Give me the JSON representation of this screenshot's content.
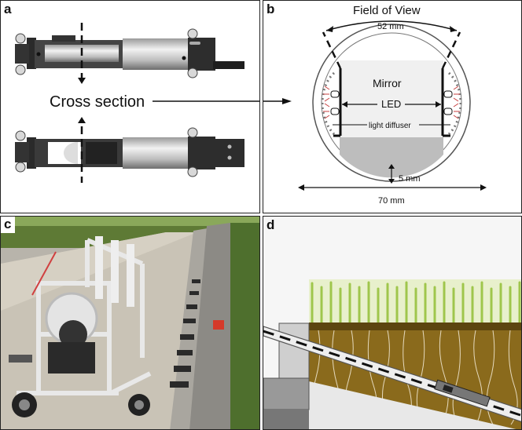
{
  "panels": {
    "a": {
      "label": "a",
      "caption": "Cross section"
    },
    "b": {
      "label": "b",
      "field_of_view": "Field of View",
      "fov_width": "52 mm",
      "mirror": "Mirror",
      "led": "LED",
      "diffuser": "light diffuser",
      "gap": "5 mm",
      "diameter": "70 mm"
    },
    "c": {
      "label": "c"
    },
    "d": {
      "label": "d"
    }
  },
  "colors": {
    "soil": "#8a6a1c",
    "sky": "#eeeeee",
    "crop": "#c8e07a",
    "frame": "#222222"
  }
}
